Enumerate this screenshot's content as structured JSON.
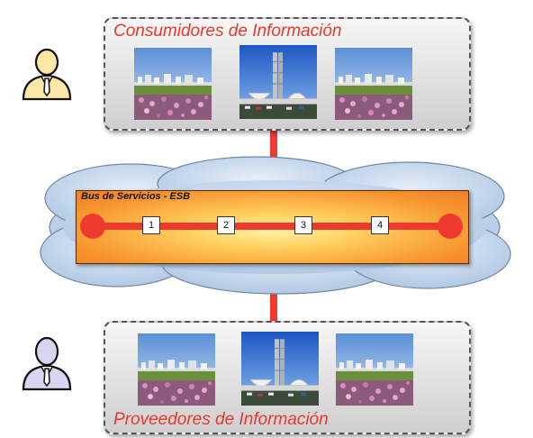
{
  "consumers": {
    "title": "Consumidores de Información"
  },
  "providers": {
    "title": "Proveedores de Información"
  },
  "bus": {
    "title": "Bus de Servicios - ESB",
    "steps": [
      "1",
      "2",
      "3",
      "4"
    ]
  },
  "icons": {
    "consumer_user": "user-icon",
    "provider_user": "user-icon"
  },
  "colors": {
    "accent_red": "#ee3a2e",
    "title_red": "#e8392a",
    "bus_orange": "#f7952e",
    "cloud_blue": "#b9cfe6",
    "consumer_user": "#fce7a6",
    "provider_user": "#d6d6f2"
  }
}
